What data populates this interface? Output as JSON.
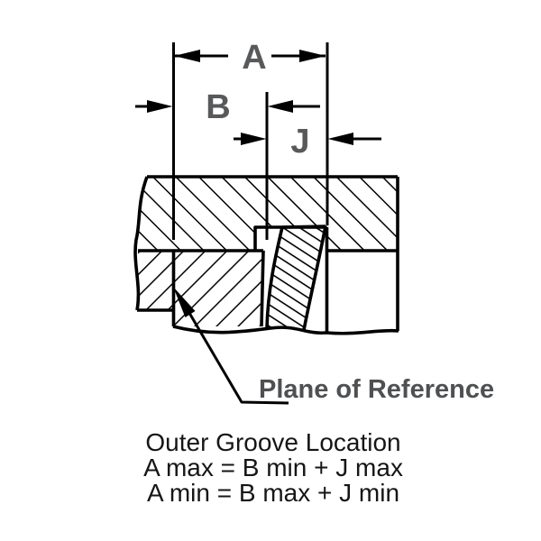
{
  "diagram": {
    "title_hidden": "",
    "dimension_labels": {
      "a": "A",
      "b": "B",
      "j": "J"
    },
    "reference_label": "Plane of Reference",
    "caption": {
      "title": "Outer Groove Location",
      "formula_max": "A max = B min + J max",
      "formula_min": "A min = B max + J min"
    },
    "colors": {
      "background": "#ffffff",
      "line": "#000000",
      "dimension_label": "#58595b",
      "reference_label": "#4e5052",
      "caption_text": "#161616"
    },
    "hatch": {
      "housing_direction": "backslash-45deg",
      "retained_part_direction": "slash-45deg",
      "ring_direction": "dense-steep"
    }
  }
}
